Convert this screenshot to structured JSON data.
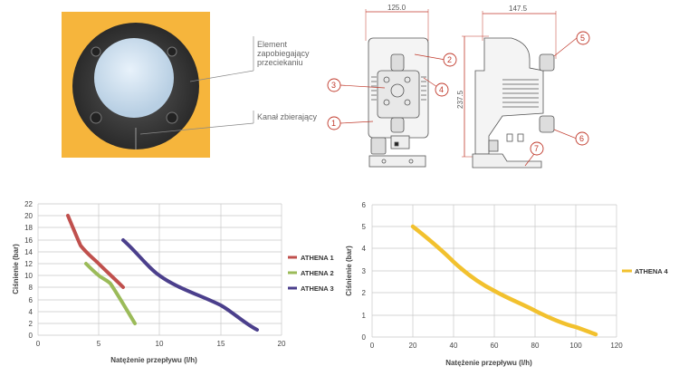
{
  "photo": {
    "callouts": [
      {
        "label": "Element zapobiegający przeciekaniu",
        "lines": [
          "Element",
          "zapobiegający",
          "przeciekaniu"
        ]
      },
      {
        "label": "Kanał zbierający",
        "lines": [
          "Kanał zbierający"
        ]
      }
    ]
  },
  "drawing": {
    "front_width": "125.0",
    "side_width": "147.5",
    "height": "237.5",
    "markers": [
      "1",
      "2",
      "3",
      "4",
      "5",
      "6",
      "7"
    ]
  },
  "chart_data": [
    {
      "type": "line",
      "title": "",
      "xlabel": "Natężenie przepływu (l/h)",
      "ylabel": "Ciśnienie (bar)",
      "xlim": [
        0,
        20
      ],
      "ylim": [
        0,
        22
      ],
      "xticks": [
        "0",
        "5",
        "10",
        "15",
        "20"
      ],
      "yticks": [
        "0",
        "2",
        "4",
        "6",
        "8",
        "10",
        "12",
        "14",
        "16",
        "18",
        "20",
        "22"
      ],
      "grid": true,
      "legend_position": "right",
      "series": [
        {
          "name": "ATHENA 1",
          "color": "#c0504d",
          "x": [
            2.5,
            3.5,
            5,
            7
          ],
          "y": [
            20,
            15,
            12,
            8
          ]
        },
        {
          "name": "ATHENA 2",
          "color": "#9bbb59",
          "x": [
            4,
            5,
            6,
            8
          ],
          "y": [
            12,
            10,
            8.5,
            2
          ]
        },
        {
          "name": "ATHENA 3",
          "color": "#4b3f8c",
          "x": [
            7,
            10,
            15,
            18
          ],
          "y": [
            16,
            10,
            5,
            1
          ]
        }
      ]
    },
    {
      "type": "line",
      "title": "",
      "xlabel": "Natężenie przepływu (l/h)",
      "ylabel": "Ciśnienie (bar)",
      "xlim": [
        0,
        120
      ],
      "ylim": [
        0,
        6
      ],
      "xticks": [
        "0",
        "20",
        "40",
        "60",
        "80",
        "100",
        "120"
      ],
      "yticks": [
        "0",
        "1",
        "2",
        "3",
        "4",
        "5",
        "6"
      ],
      "grid": true,
      "legend_position": "right",
      "series": [
        {
          "name": "ATHENA 4",
          "color": "#f2c12e",
          "x": [
            20,
            40,
            60,
            80,
            100,
            110
          ],
          "y": [
            5,
            3.4,
            2.1,
            1.2,
            0.45,
            0.1
          ]
        }
      ]
    }
  ]
}
